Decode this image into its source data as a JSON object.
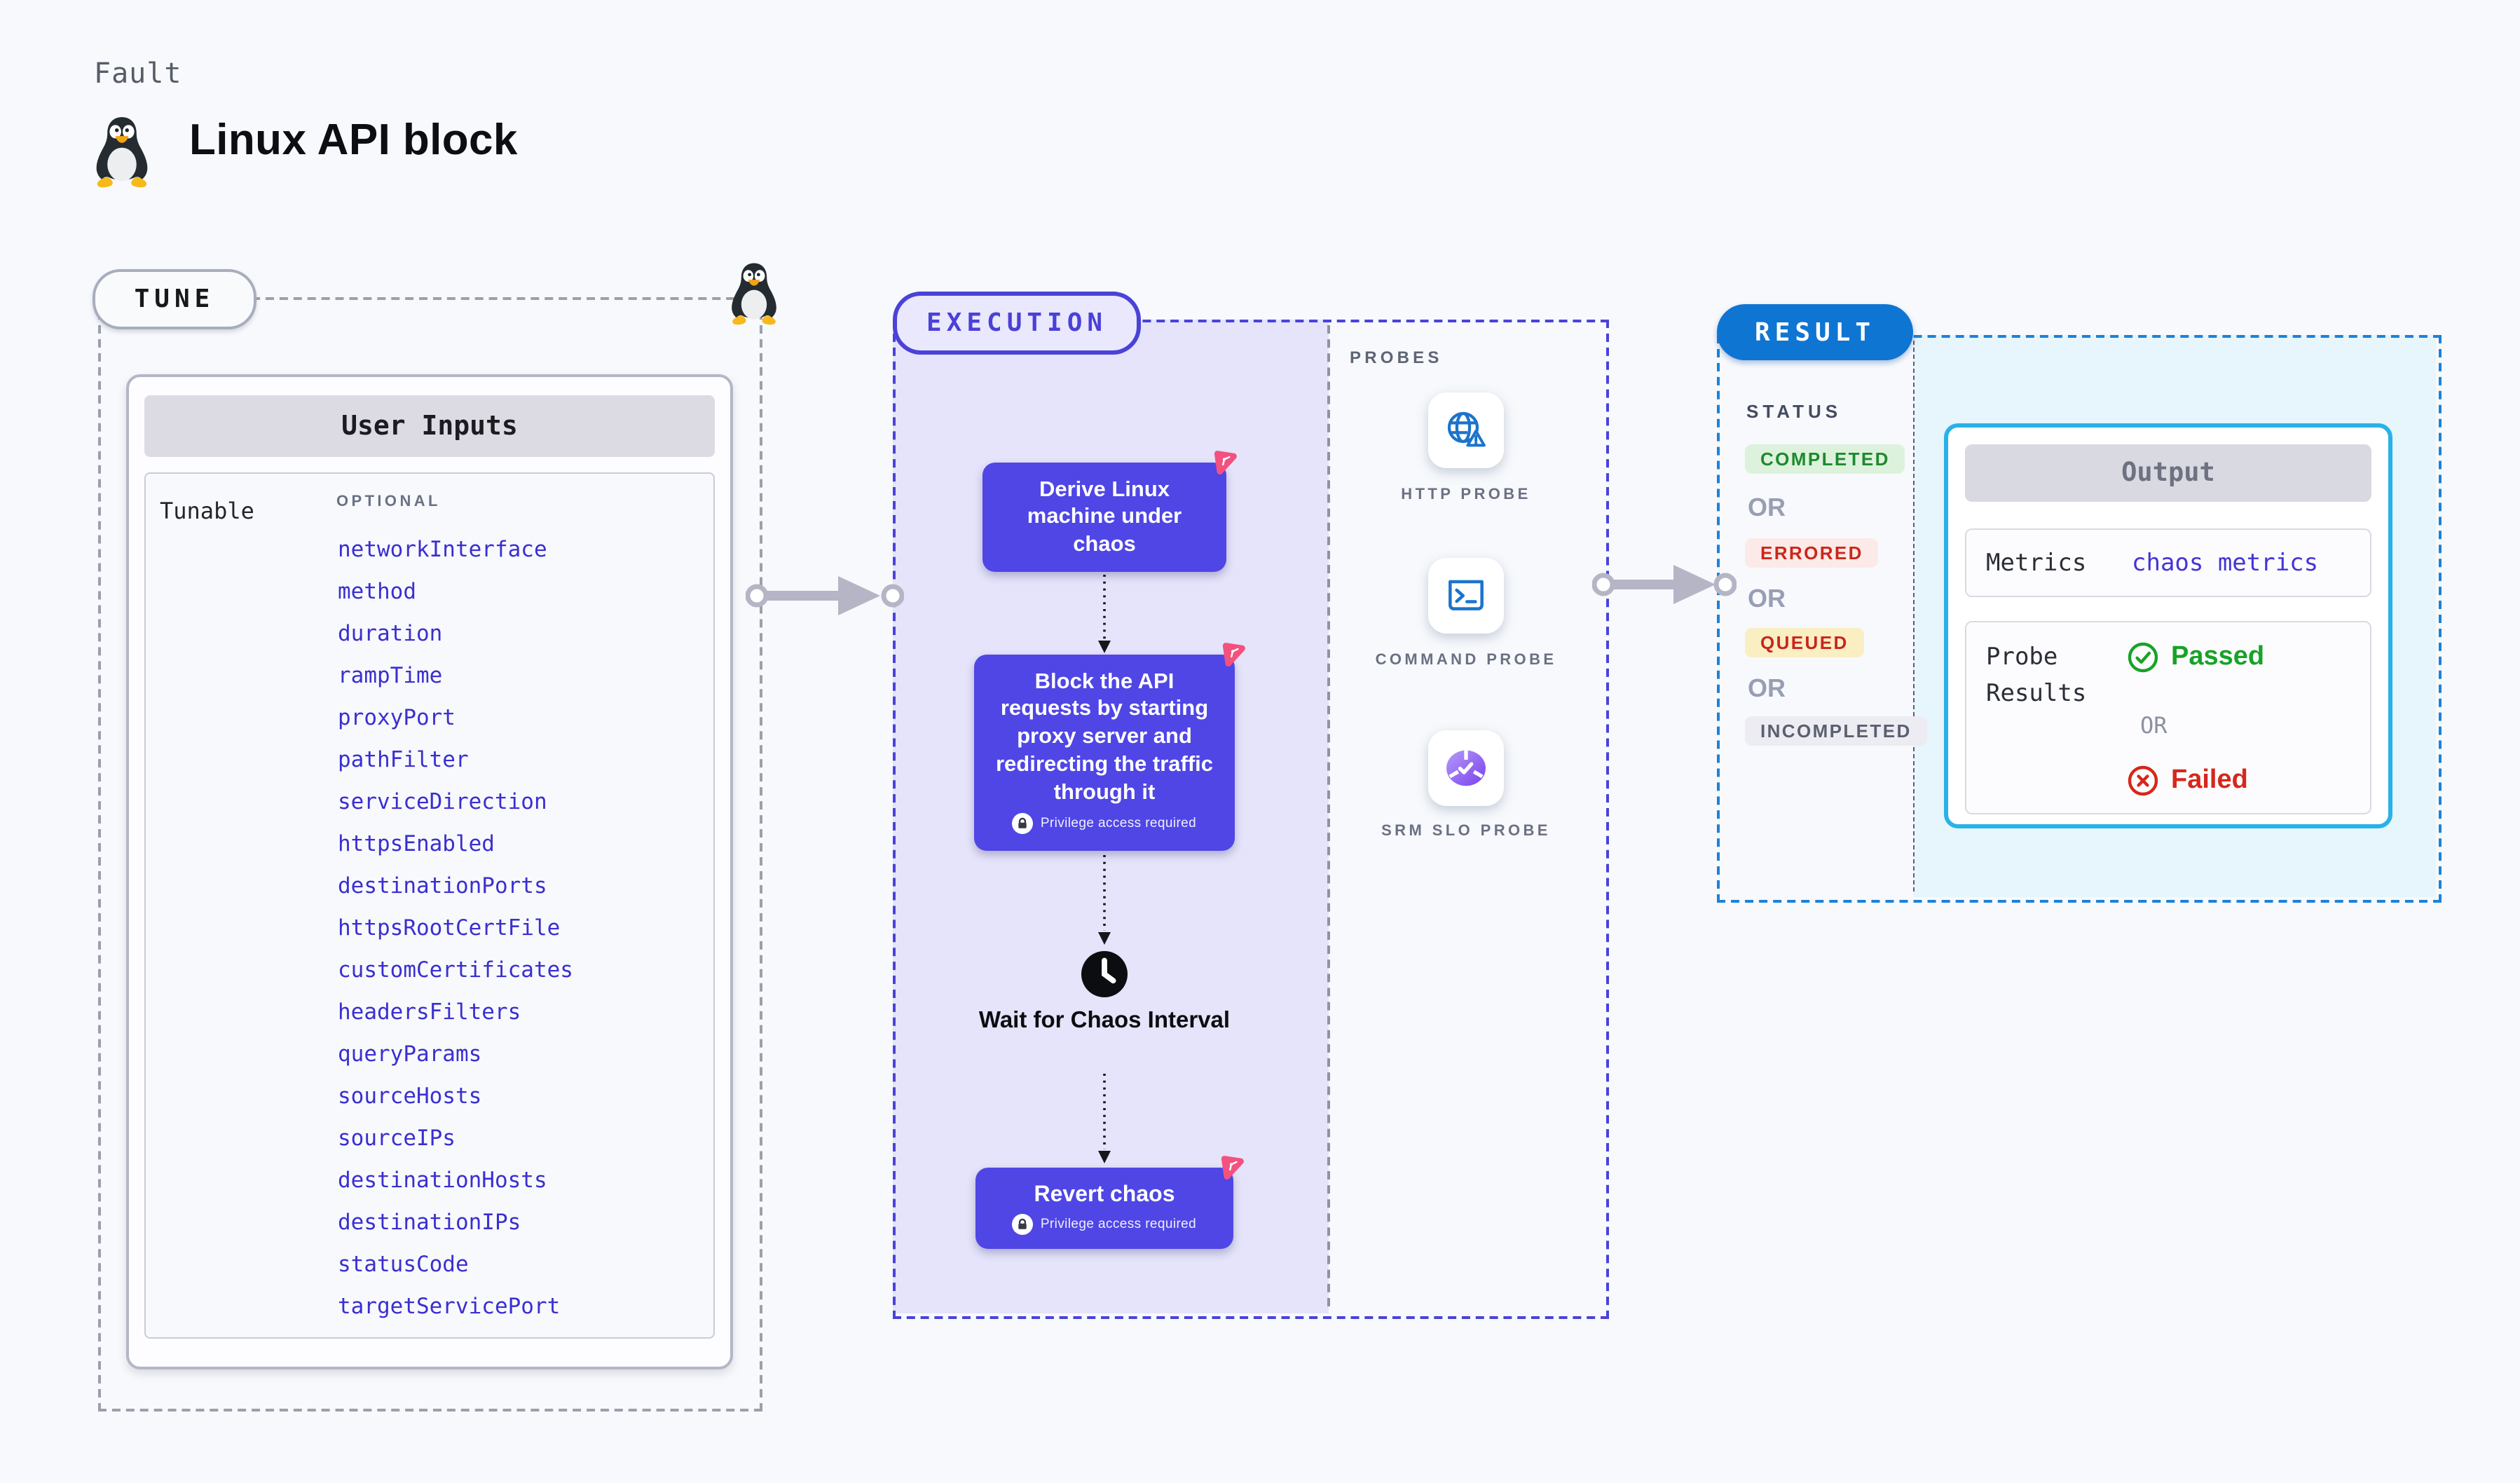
{
  "header": {
    "eyebrow": "Fault",
    "title": "Linux API block"
  },
  "tune": {
    "tag": "TUNE",
    "card_title": "User Inputs",
    "row_label": "Tunable",
    "row_badge": "OPTIONAL",
    "params": [
      "networkInterface",
      "method",
      "duration",
      "rampTime",
      "proxyPort",
      "pathFilter",
      "serviceDirection",
      "httpsEnabled",
      "destinationPorts",
      "httpsRootCertFile",
      "customCertificates",
      "headersFilters",
      "queryParams",
      "sourceHosts",
      "sourceIPs",
      "destinationHosts",
      "destinationIPs",
      "statusCode",
      "targetServicePort"
    ]
  },
  "execution": {
    "tag": "EXECUTION",
    "step_derive": "Derive Linux machine under chaos",
    "step_block": "Block the API requests by starting proxy server and redirecting the traffic through it",
    "wait_label": "Wait for Chaos Interval",
    "step_revert": "Revert chaos",
    "privilege_label": "Privilege access required"
  },
  "probes": {
    "label": "PROBES",
    "items": [
      {
        "name": "HTTP PROBE",
        "icon": "globe-alert-icon"
      },
      {
        "name": "COMMAND PROBE",
        "icon": "terminal-icon"
      },
      {
        "name": "SRM SLO PROBE",
        "icon": "slo-check-icon"
      }
    ]
  },
  "result": {
    "tag": "RESULT",
    "status_label": "STATUS",
    "or": "OR",
    "statuses": [
      "COMPLETED",
      "ERRORED",
      "QUEUED",
      "INCOMPLETED"
    ],
    "output": {
      "title": "Output",
      "metrics_label": "Metrics",
      "metrics_value": "chaos metrics",
      "probe_results_label": "Probe Results",
      "passed": "Passed",
      "or": "OR",
      "failed": "Failed"
    }
  },
  "colors": {
    "accent_indigo": "#4f46e5",
    "pill_indigo_border": "#4b42d8",
    "lavender_fill": "#e5e4fa",
    "result_blue": "#0f75d3",
    "cyan_border": "#29b2e7",
    "cyan_fill": "#e7f5fc",
    "param_blue": "#3a2fd1",
    "chaos_pink": "#f4517f",
    "probe_icon_blue": "#1b74cb",
    "passed_green": "#17a327",
    "failed_red": "#d6271b",
    "completed_bg": "#ddf2dc",
    "completed_fg": "#1d8a2e",
    "errored_bg": "#fceae8",
    "errored_fg": "#cb271a",
    "queued_bg": "#faeec3",
    "queued_fg": "#c9251c",
    "incompleted_bg": "#ececf2",
    "incompleted_fg": "#5a6070"
  }
}
